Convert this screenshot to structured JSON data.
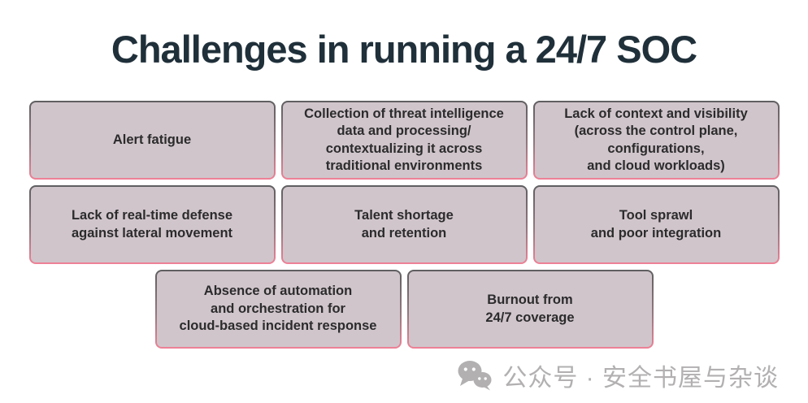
{
  "title": "Challenges in running a 24/7 SOC",
  "cards": [
    {
      "text": "Alert fatigue"
    },
    {
      "text": "Collection of threat intelligence\ndata and processing/\ncontextualizing it across\ntraditional environments"
    },
    {
      "text": "Lack of context and visibility\n(across the control plane,\nconfigurations,\nand cloud workloads)"
    },
    {
      "text": "Lack of real-time defense\nagainst lateral movement"
    },
    {
      "text": "Talent shortage\nand retention"
    },
    {
      "text": "Tool sprawl\nand poor integration"
    },
    {
      "text": "Absence of automation\nand orchestration for\ncloud-based incident response"
    },
    {
      "text": "Burnout from\n24/7 coverage"
    }
  ],
  "watermark": {
    "icon": "wechat-icon",
    "text": "公众号 · 安全书屋与杂谈"
  },
  "colors": {
    "background": "#ffffff",
    "title_text": "#20303a",
    "card_background": "#d0c5cb",
    "card_border_top": "#5e5e60",
    "card_border_bottom": "#ef8196",
    "card_text": "#2b2b2c",
    "watermark_gray": "#b2b0b1"
  }
}
